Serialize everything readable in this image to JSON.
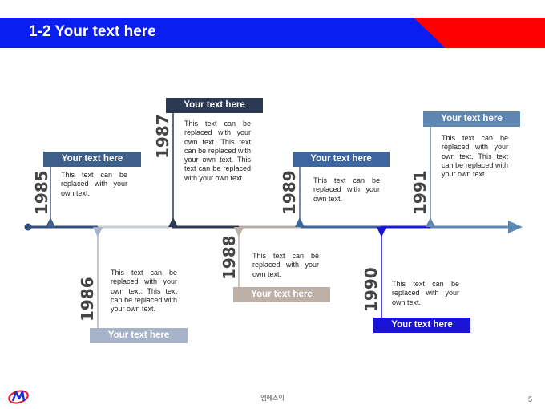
{
  "header": {
    "title": "1-2 Your text here"
  },
  "colors": {
    "header_blue": "#0b1ef2",
    "header_red": "#ff0000",
    "axis_navy": "#2f4f7f",
    "axis_gray": "#c9ced8",
    "axis_beige": "#b6aea7",
    "axis_blue": "#1a1adf",
    "axis_steel": "#5b87b3"
  },
  "timeline": [
    {
      "year": "1985",
      "tag": "Your text here",
      "text": "This text can be replaced with your own text.",
      "color": "#3e5f8a"
    },
    {
      "year": "1986",
      "tag": "Your text here",
      "text": "This text can be replaced with your own text. This text can be replaced with your own text.",
      "color": "#a7b3c8"
    },
    {
      "year": "1987",
      "tag": "Your text here",
      "text": "This text can be replaced with your own text. This text can be replaced with your own text. This text can be replaced with your own text.",
      "color": "#2b3a52"
    },
    {
      "year": "1988",
      "tag": "Your text here",
      "text": "This text can be replaced with your own text.",
      "color": "#bdb0a7"
    },
    {
      "year": "1989",
      "tag": "Your text here",
      "text": "This text can be replaced with your own text.",
      "color": "#3d65a0"
    },
    {
      "year": "1990",
      "tag": "Your text here",
      "text": "This text can be replaced with your own text.",
      "color": "#1a14d6"
    },
    {
      "year": "1991",
      "tag": "Your text here",
      "text": "This text can be replaced with your own text. This text can be replaced with your own text.",
      "color": "#5e86b0"
    }
  ],
  "footer": {
    "company": "엠에스익",
    "page": "5",
    "logo_icon": "company-logo-icon"
  }
}
